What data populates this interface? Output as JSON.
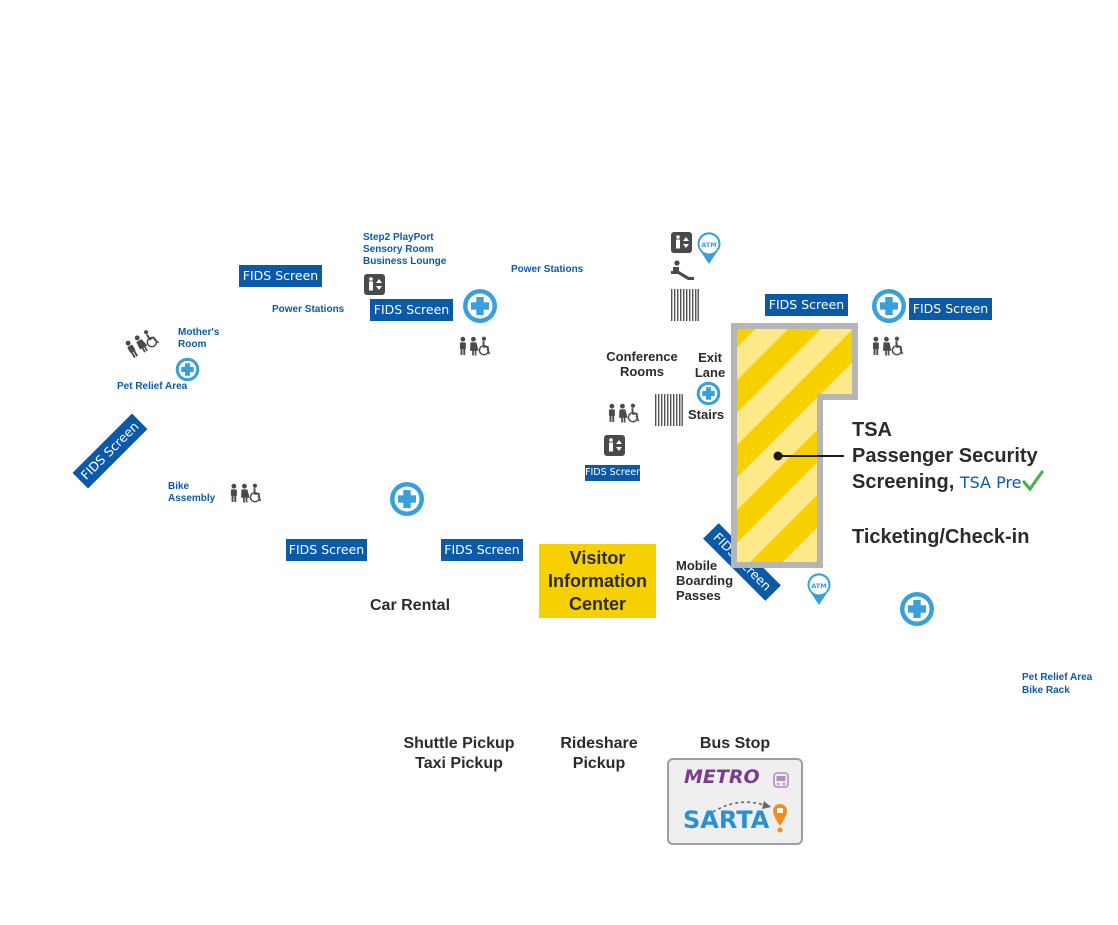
{
  "fids_label": "FIDS Screen",
  "labels": {
    "step2": "Step2 PlayPort",
    "sensory": "Sensory Room",
    "business": "Business Lounge",
    "power_left": "Power Stations",
    "power_right": "Power Stations",
    "mothers_room_1": "Mother's",
    "mothers_room_2": "Room",
    "pet_relief_left": "Pet Relief Area",
    "bike_assembly_1": "Bike",
    "bike_assembly_2": "Assembly",
    "conference_1": "Conference",
    "conference_2": "Rooms",
    "exit_lane_1": "Exit",
    "exit_lane_2": "Lane",
    "stairs": "Stairs",
    "mobile_1": "Mobile",
    "mobile_2": "Boarding",
    "mobile_3": "Passes",
    "car_rental": "Car Rental",
    "pet_relief_right": "Pet Relief Area",
    "bike_rack": "Bike Rack",
    "shuttle_pickup": "Shuttle Pickup",
    "taxi_pickup": "Taxi Pickup",
    "rideshare_1": "Rideshare",
    "rideshare_2": "Pickup",
    "bus_stop": "Bus Stop"
  },
  "visitor_center": [
    "Visitor",
    "Information",
    "Center"
  ],
  "tsa": {
    "line1": "TSA",
    "line2": "Passenger Security",
    "line3": "Screening,",
    "precheck": "TSA Pre",
    "ticketing": "Ticketing/Check-in"
  },
  "bus_logos": {
    "metro": "METRO",
    "sarta": "SARTA"
  },
  "atm_label": "ATM",
  "icons": [
    "restroom-icon",
    "elevator-icon",
    "first-aid-icon",
    "atm-icon",
    "escalator-icon",
    "stairs-icon",
    "bus-icon"
  ],
  "colors": {
    "fids_blue": "#0b5aa8",
    "first_aid_blue": "#3aa0dc",
    "security_yellow": "#f7d000",
    "security_stripe": "#fde98a",
    "visitor_yellow": "#f7d000",
    "icon_gray": "#4a4a4a",
    "metro_purple": "#7b3c8c",
    "sarta_blue": "#2a8fd6",
    "sarta_orange": "#f28c1e",
    "tsa_check_green": "#4caf50"
  }
}
